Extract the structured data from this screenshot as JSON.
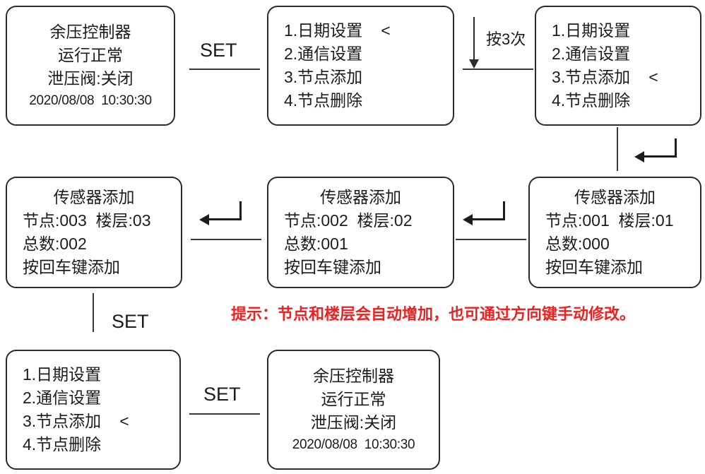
{
  "meta": {
    "accent_red": "#ee2121",
    "ink": "#1c1c1c",
    "line": "#3a3a3a"
  },
  "screens": {
    "home_top": {
      "name": "余压控制器主界面",
      "lines": [
        "余压控制器",
        "运行正常",
        "泄压阀:关闭",
        "2020/08/08  10:30:30"
      ]
    },
    "menu_date_selected": {
      "name": "主菜单-日期设置选中",
      "lines": [
        "1.日期设置",
        "2.通信设置",
        "3.节点添加",
        "4.节点删除"
      ],
      "markers": [
        "<",
        "",
        "",
        ""
      ]
    },
    "menu_node_selected": {
      "name": "主菜单-节点添加选中",
      "lines": [
        "1.日期设置",
        "2.通信设置",
        "3.节点添加",
        "4.节点删除"
      ],
      "markers": [
        "",
        "",
        "<",
        ""
      ]
    },
    "sensor_add_1": {
      "title": "传感器添加",
      "lines": [
        "节点:001  楼层:01",
        "总数:000",
        "按回车键添加"
      ]
    },
    "sensor_add_2": {
      "title": "传感器添加",
      "lines": [
        "节点:002  楼层:02",
        "总数:001",
        "按回车键添加"
      ]
    },
    "sensor_add_3": {
      "title": "传感器添加",
      "lines": [
        "节点:003  楼层:03",
        "总数:002",
        "按回车键添加"
      ]
    },
    "menu_node_selected_bottom": {
      "name": "主菜单-节点添加选中",
      "lines": [
        "1.日期设置",
        "2.通信设置",
        "3.节点添加",
        "4.节点删除"
      ],
      "markers": [
        "",
        "",
        "<",
        ""
      ]
    },
    "home_bottom": {
      "name": "余压控制器主界面",
      "lines": [
        "余压控制器",
        "运行正常",
        "泄压阀:关闭",
        "2020/08/08  10:30:30"
      ]
    }
  },
  "connectors": {
    "set_top": "SET",
    "press_three": "按3次",
    "set_left_vertical": "SET",
    "set_bottom": "SET"
  },
  "hint": {
    "text": "提示：节点和楼层会自动增加，也可通过方向键手动修改。"
  }
}
